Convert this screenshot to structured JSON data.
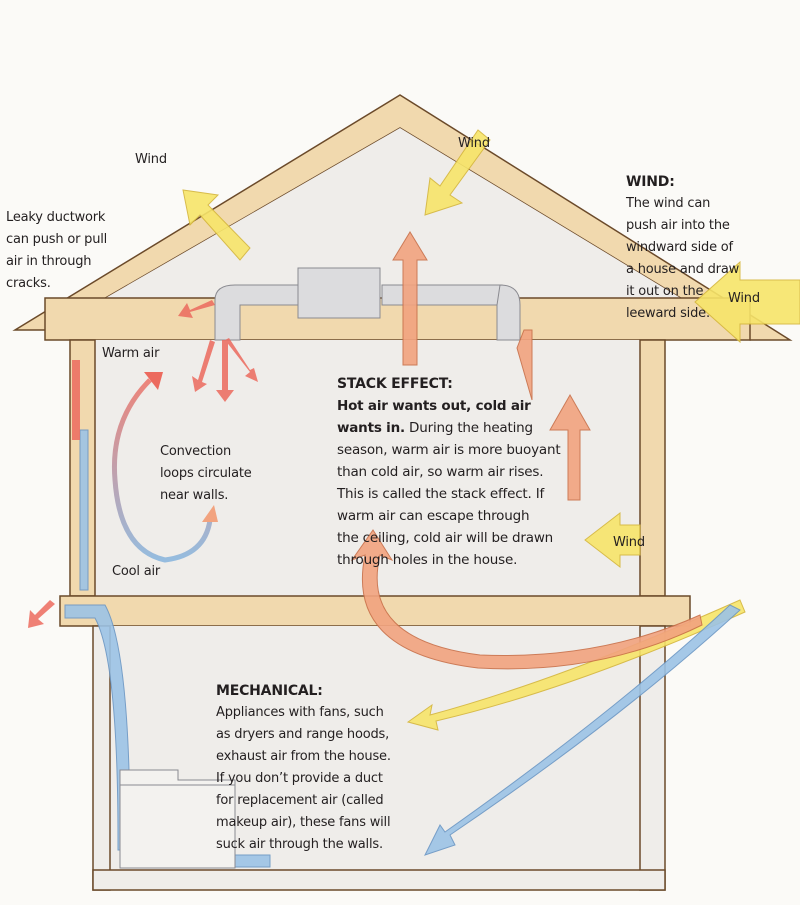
{
  "labels": {
    "wind_top_left": "Wind",
    "wind_top_center": "Wind",
    "wind_right_roof": "Wind",
    "wind_right_mid": "Wind",
    "warm_air": "Warm air",
    "cool_air": "Cool air"
  },
  "leaky": [
    "Leaky ductwork",
    "can push or pull",
    "air in through",
    "cracks."
  ],
  "wind_block": {
    "title": "WIND:",
    "lines": [
      "The wind can",
      "push air into the",
      "windward side of",
      "a house and draw",
      "it out on the",
      "leeward side."
    ]
  },
  "convection": [
    "Convection",
    "loops circulate",
    "near walls."
  ],
  "stack": {
    "title": "STACK EFFECT:",
    "bold1": "Hot air wants out, cold air",
    "bold2": "wants in.",
    "line2_rest": " During the heating",
    "lines": [
      "season, warm air is more buoyant",
      "than cold air, so warm air rises.",
      "This is called the stack effect. If",
      "warm air can escape through",
      "the ceiling, cold air will be drawn",
      "through holes in the house."
    ]
  },
  "mechanical": {
    "title": "MECHANICAL:",
    "lines": [
      "Appliances with fans, such",
      "as dryers and range hoods,",
      "exhaust air from the house.",
      "If you don’t provide a duct",
      "for replacement air (called",
      "makeup air), these fans will",
      "suck air through the walls."
    ]
  },
  "colors": {
    "wood": "#f1d9ae",
    "wood_edge": "#6b4a2a",
    "warm": "#ec6a5e",
    "cool": "#7fb0dc",
    "stack": "#f2a37f",
    "wind": "#f7e56a",
    "wall": "#efedea"
  }
}
